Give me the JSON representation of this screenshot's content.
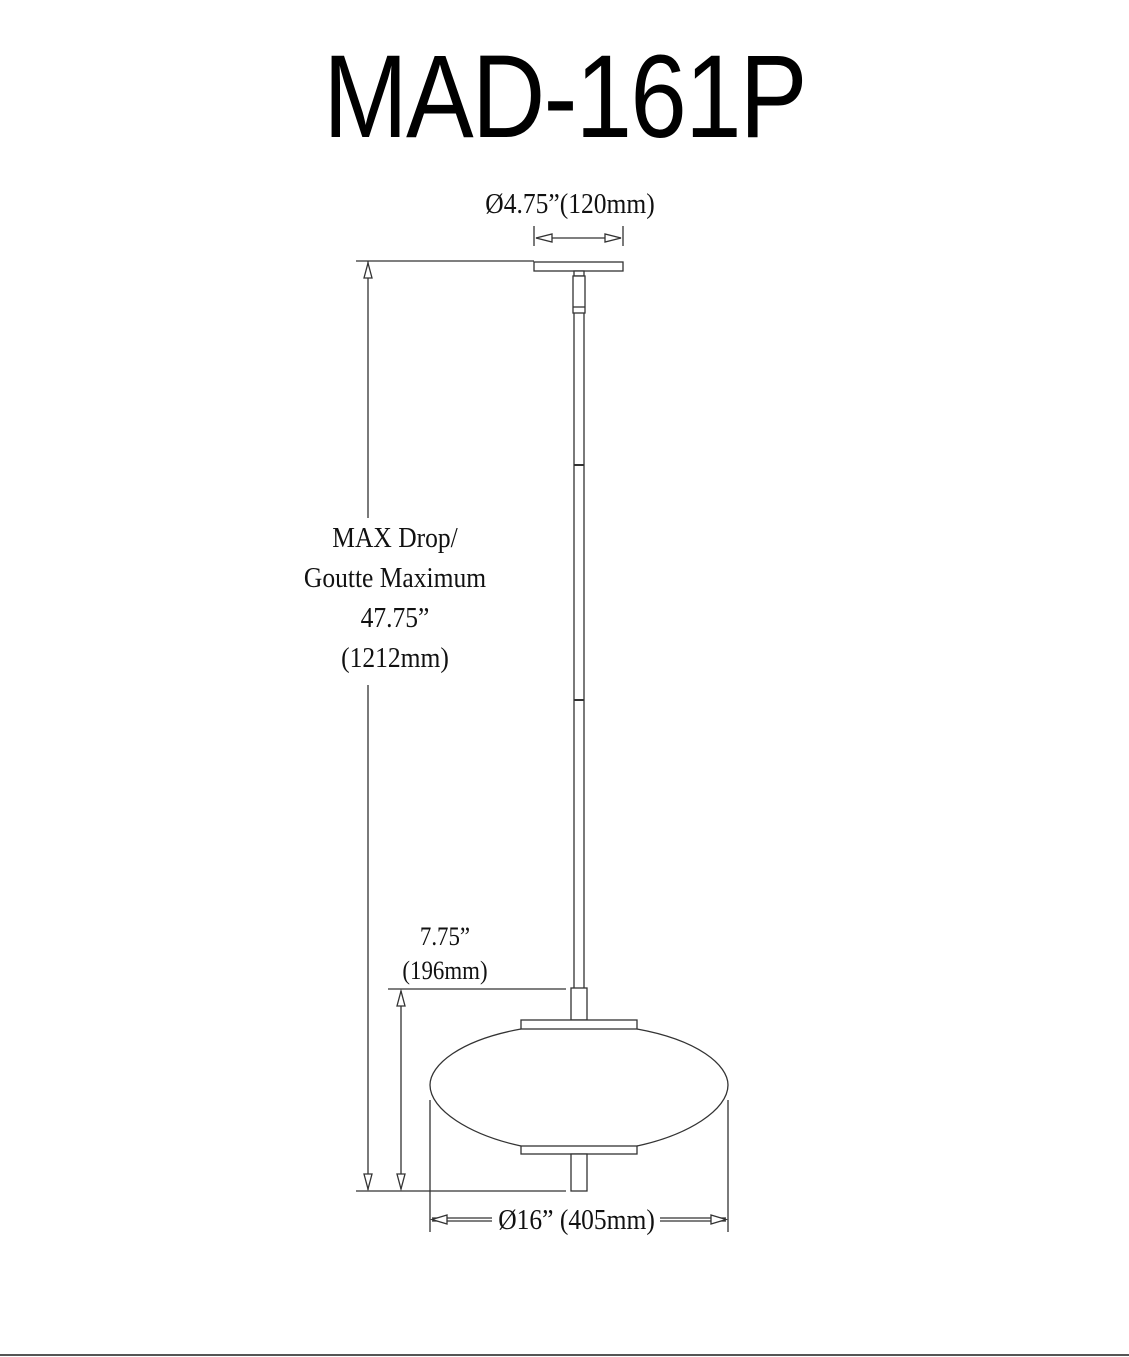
{
  "title": "MAD-161P",
  "dimensions": {
    "canopy_diameter": "Ø4.75”(120mm)",
    "max_drop": {
      "line1": "MAX Drop/",
      "line2": "Goutte Maximum",
      "line3": "47.75”",
      "line4": "(1212mm)"
    },
    "shade_height": {
      "line1": "7.75”",
      "line2": "(196mm)"
    },
    "shade_diameter": "Ø16” (405mm)"
  },
  "colors": {
    "line": "#333333",
    "text": "#111111",
    "background": "#ffffff"
  }
}
